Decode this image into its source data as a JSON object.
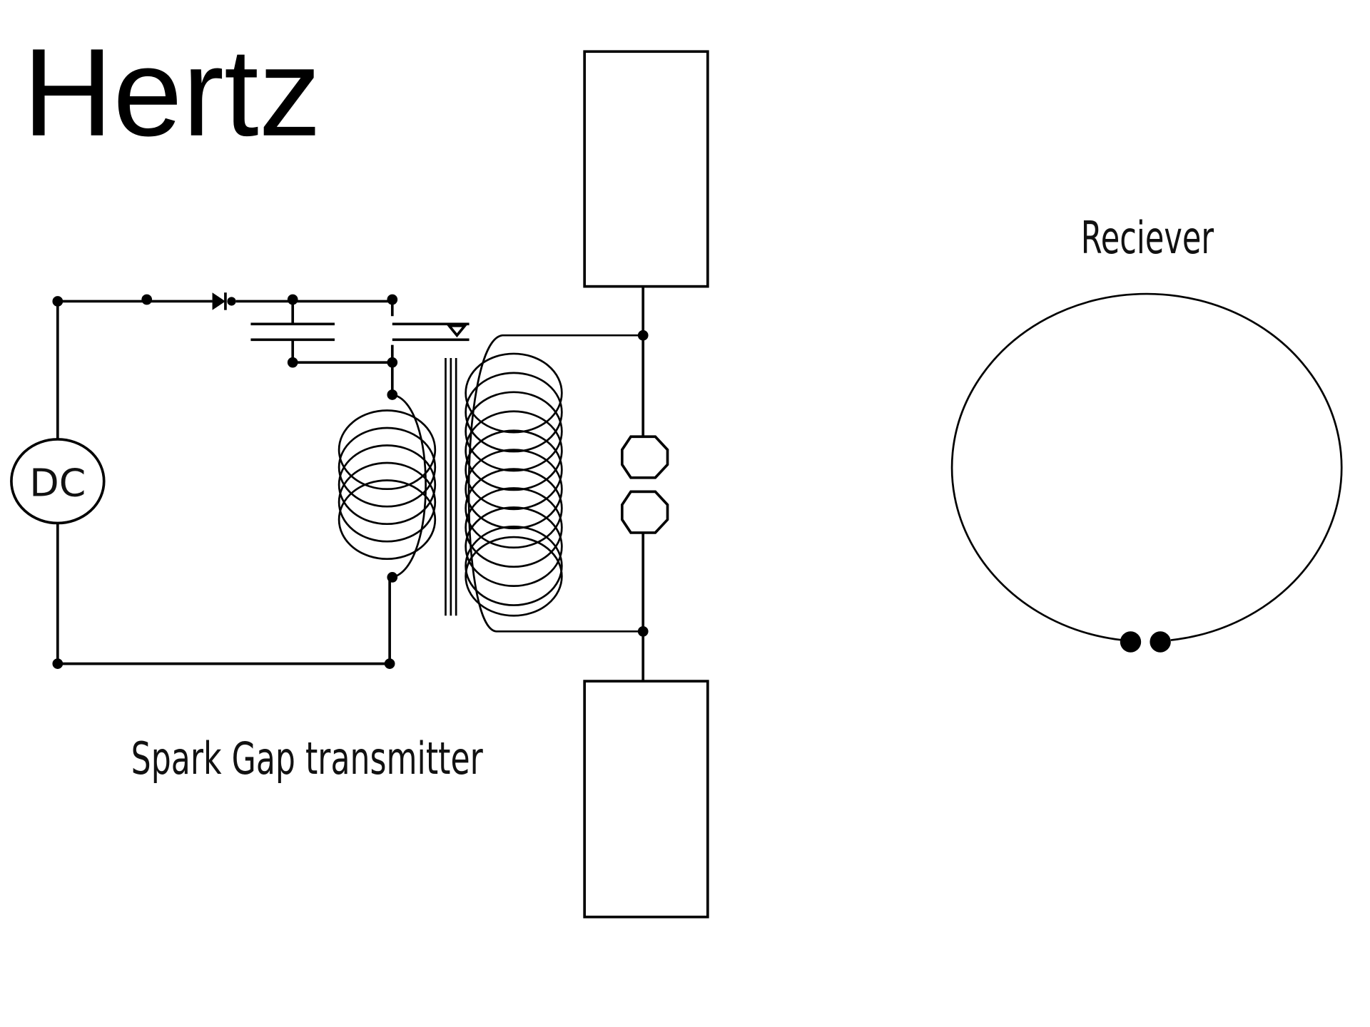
{
  "title": "Hertz",
  "transmitter": {
    "label": "Spark Gap transmitter",
    "source_label": "DC"
  },
  "receiver": {
    "label": "Reciever"
  }
}
